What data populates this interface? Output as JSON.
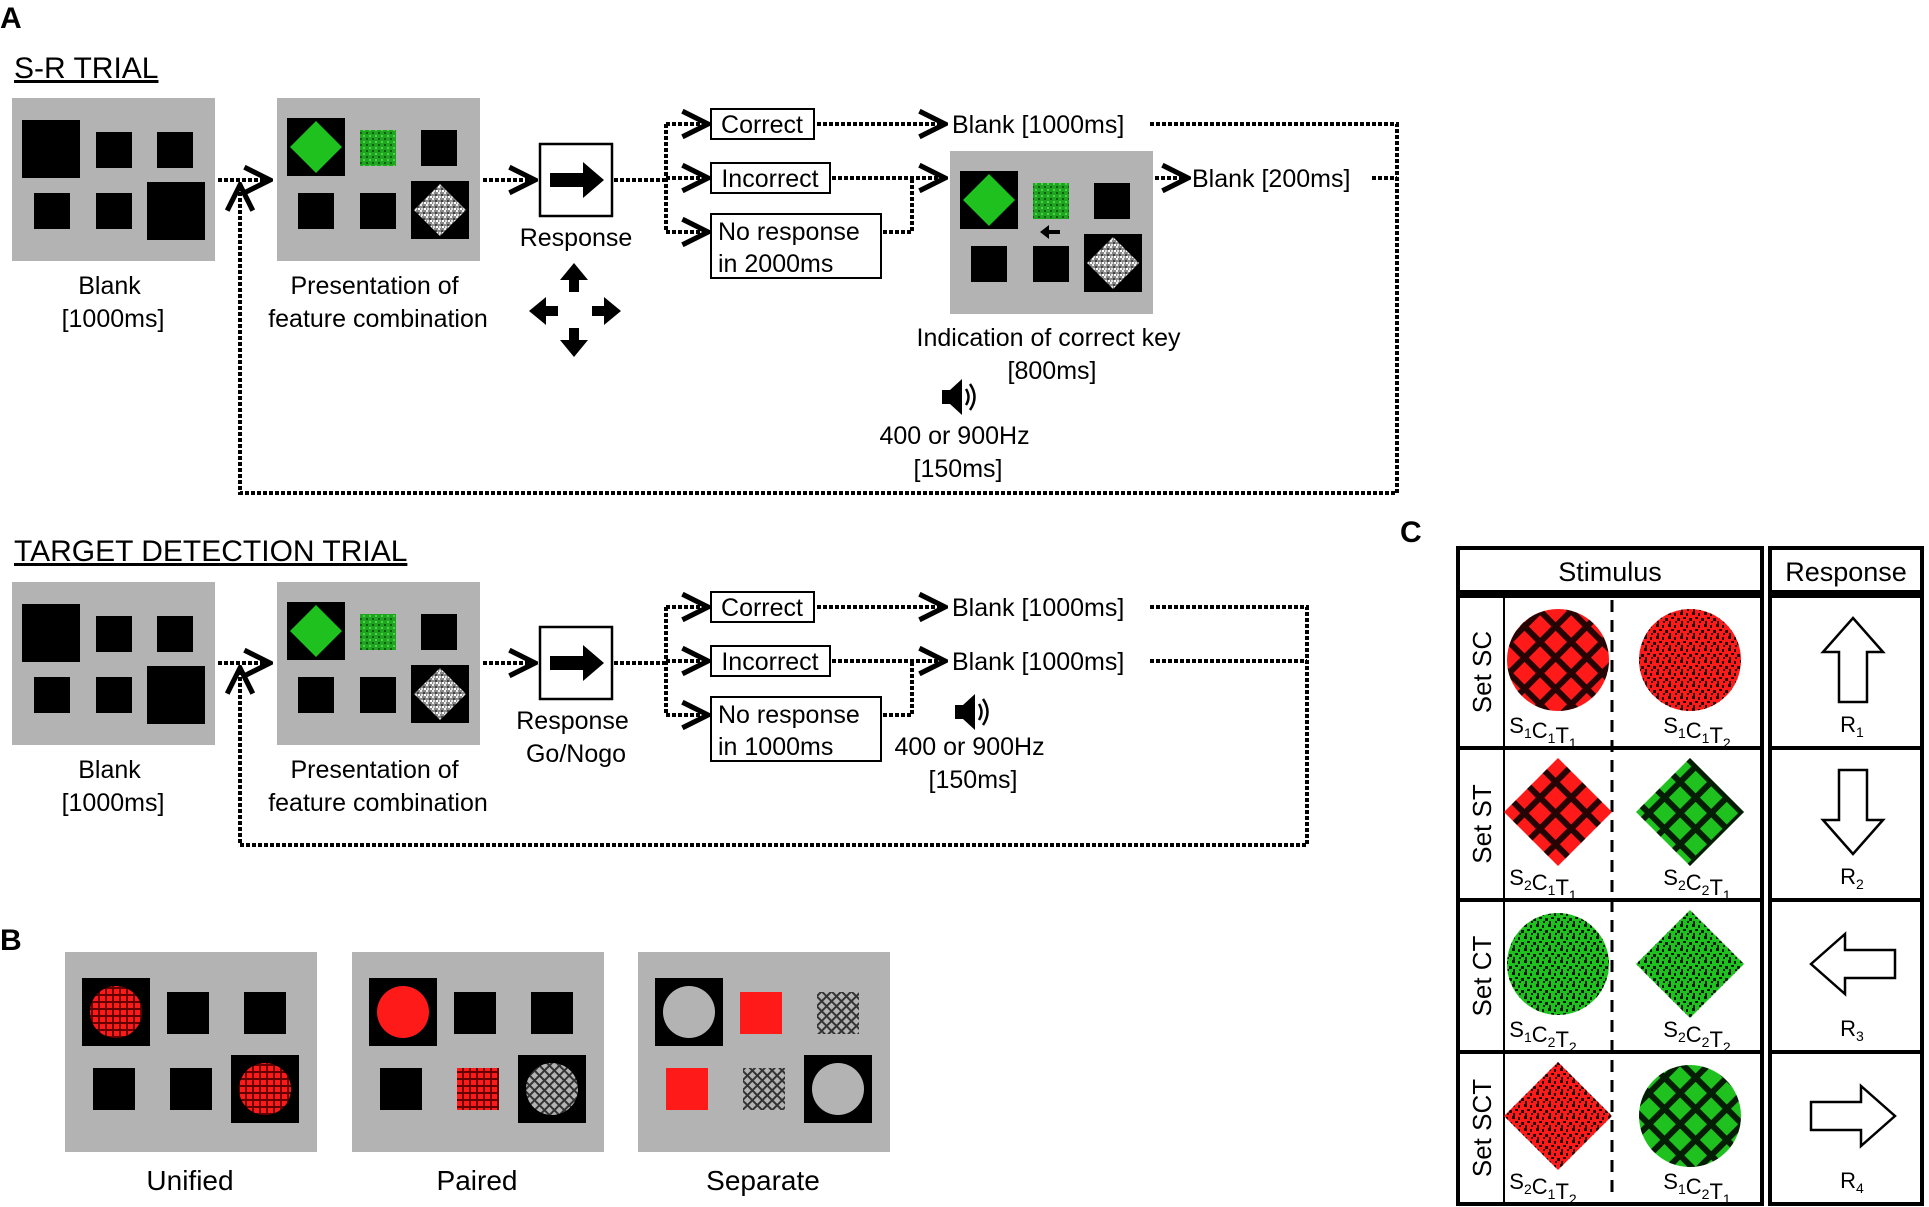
{
  "panels": {
    "a": "A",
    "b": "B",
    "c": "C"
  },
  "sr_trial": {
    "heading": "S-R TRIAL",
    "blank_label": [
      "Blank",
      "[1000ms]"
    ],
    "presentation_label": [
      "Presentation of",
      "feature combination"
    ],
    "response_label": "Response",
    "correct": "Correct",
    "incorrect": "Incorrect",
    "no_response": [
      "No response",
      "in 2000ms"
    ],
    "blank_after_correct": "Blank [1000ms]",
    "blank_after_feedback": "Blank [200ms]",
    "indication_label": [
      "Indication of correct key",
      "[800ms]"
    ],
    "tone_label": [
      "400 or 900Hz",
      "[150ms]"
    ]
  },
  "td_trial": {
    "heading": "TARGET DETECTION TRIAL",
    "blank_label": [
      "Blank",
      "[1000ms]"
    ],
    "presentation_label": [
      "Presentation of",
      "feature combination"
    ],
    "response_label": [
      "Response",
      "Go/Nogo"
    ],
    "correct": "Correct",
    "incorrect": "Incorrect",
    "no_response": [
      "No response",
      "in 1000ms"
    ],
    "blank_after_correct": "Blank [1000ms]",
    "blank_after_incorrect": "Blank [1000ms]",
    "tone_label": [
      "400 or 900Hz",
      "[150ms]"
    ]
  },
  "conditions": [
    "Unified",
    "Paired",
    "Separate"
  ],
  "table": {
    "stimulus_header": "Stimulus",
    "response_header": "Response",
    "rows": [
      {
        "set": "Set SC",
        "stim1": {
          "shape": "circle",
          "color": "red",
          "texture": "grid",
          "label": {
            "main": [
              "S",
              "C",
              "T"
            ],
            "subs": [
              "1",
              "1",
              "1"
            ]
          }
        },
        "stim2": {
          "shape": "circle",
          "color": "red",
          "texture": "noise",
          "label": {
            "main": [
              "S",
              "C",
              "T"
            ],
            "subs": [
              "1",
              "1",
              "2"
            ]
          }
        },
        "arrow": "up-arrow-icon",
        "response": {
          "main": "R",
          "sub": "1"
        }
      },
      {
        "set": "Set ST",
        "stim1": {
          "shape": "diamond",
          "color": "red",
          "texture": "grid",
          "label": {
            "main": [
              "S",
              "C",
              "T"
            ],
            "subs": [
              "2",
              "1",
              "1"
            ]
          }
        },
        "stim2": {
          "shape": "diamond",
          "color": "green",
          "texture": "grid",
          "label": {
            "main": [
              "S",
              "C",
              "T"
            ],
            "subs": [
              "2",
              "2",
              "1"
            ]
          }
        },
        "arrow": "down-arrow-icon",
        "response": {
          "main": "R",
          "sub": "2"
        }
      },
      {
        "set": "Set CT",
        "stim1": {
          "shape": "circle",
          "color": "green",
          "texture": "noise",
          "label": {
            "main": [
              "S",
              "C",
              "T"
            ],
            "subs": [
              "1",
              "2",
              "2"
            ]
          }
        },
        "stim2": {
          "shape": "diamond",
          "color": "green",
          "texture": "noise",
          "label": {
            "main": [
              "S",
              "C",
              "T"
            ],
            "subs": [
              "2",
              "2",
              "2"
            ]
          }
        },
        "arrow": "left-arrow-icon",
        "response": {
          "main": "R",
          "sub": "3"
        }
      },
      {
        "set": "Set SCT",
        "stim1": {
          "shape": "diamond",
          "color": "red",
          "texture": "noise",
          "label": {
            "main": [
              "S",
              "C",
              "T"
            ],
            "subs": [
              "2",
              "1",
              "2"
            ]
          }
        },
        "stim2": {
          "shape": "circle",
          "color": "green",
          "texture": "grid",
          "label": {
            "main": [
              "S",
              "C",
              "T"
            ],
            "subs": [
              "1",
              "2",
              "1"
            ]
          }
        },
        "arrow": "right-arrow-icon",
        "response": {
          "main": "R",
          "sub": "4"
        }
      }
    ]
  },
  "colors": {
    "panel_gray": "#b3b3b3",
    "green": "#1fc11f",
    "red": "#ff1a1a",
    "black": "#000000",
    "disc_gray": "#b3b3b3"
  }
}
